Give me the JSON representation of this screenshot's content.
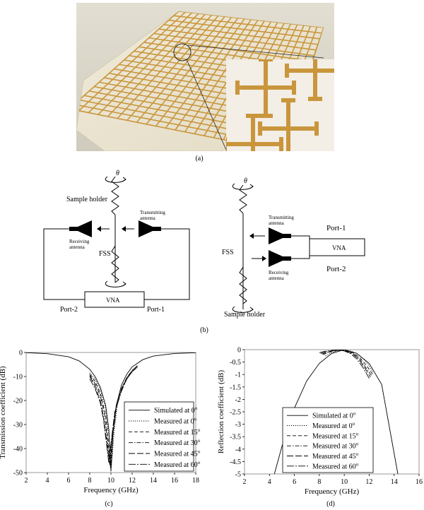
{
  "captions": {
    "a": "(a)",
    "b": "(b)",
    "c": "(c)",
    "d": "(d)"
  },
  "colors": {
    "photo_bg": "#dcd8c6",
    "copper": "#c9963c",
    "board": "#ece7d6"
  },
  "diagram_left": {
    "theta": "θ",
    "sample_holder": "Sample holder",
    "transmitting_line1": "Transmitting",
    "transmitting_line2": "antenna",
    "receiving_line1": "Receiving",
    "receiving_line2": "antenna",
    "fss": "FSS",
    "vna": "VNA",
    "port2": "Port-2",
    "port1": "Port-1"
  },
  "diagram_right": {
    "theta": "θ",
    "transmitting_line1": "Transmitting",
    "transmitting_line2": "antenna",
    "receiving_line1": "Receiving",
    "receiving_line2": "antenna",
    "fss": "FSS",
    "vna": "VNA",
    "port1": "Port-1",
    "port2": "Port-2",
    "sample_holder": "Sample holder"
  },
  "chart_data": [
    {
      "type": "line",
      "xlabel": "Frequency (GHz)",
      "ylabel": "Transmission coefficient (dB)",
      "xlim": [
        2,
        18
      ],
      "ylim": [
        -50,
        0
      ],
      "xticks": [
        "2",
        "4",
        "6",
        "8",
        "10",
        "12",
        "14",
        "16",
        "18"
      ],
      "yticks": [
        "0",
        "-10",
        "-20",
        "-30",
        "-40",
        "-50"
      ],
      "legend_position": "bottom-right",
      "series": [
        {
          "name": "Simulated at 0",
          "sup": "o",
          "style": "solid",
          "x": [
            2,
            4,
            6,
            7,
            8,
            8.5,
            9,
            9.5,
            9.8,
            10.0,
            10.2,
            10.5,
            11,
            11.5,
            12,
            13,
            14,
            16,
            18
          ],
          "y": [
            -0.1,
            -0.5,
            -1.8,
            -3.5,
            -7,
            -10,
            -14.5,
            -22,
            -32,
            -49.5,
            -33,
            -22,
            -13.5,
            -9,
            -6,
            -3,
            -1.5,
            -0.4,
            -0.1
          ]
        },
        {
          "name": "Measured at 0",
          "sup": "o",
          "style": "dotted",
          "x": [
            8.0,
            8.5,
            9,
            9.5,
            9.8,
            10.05,
            10.3,
            10.6,
            11,
            11.5,
            12,
            12.5
          ],
          "y": [
            -8.5,
            -11,
            -15.5,
            -23,
            -34,
            -47,
            -33,
            -22,
            -15,
            -10.5,
            -7.5,
            -5.5
          ]
        },
        {
          "name": "Measured at 15",
          "sup": "o",
          "style": "dashed",
          "x": [
            8.0,
            8.5,
            9,
            9.5,
            9.75,
            9.95,
            10.2,
            10.5,
            11,
            11.5,
            12,
            12.5
          ],
          "y": [
            -9,
            -12,
            -17,
            -26,
            -37,
            -48,
            -34,
            -23,
            -15,
            -10.5,
            -7.5,
            -5.5
          ]
        },
        {
          "name": "Measured at 30",
          "sup": "o",
          "style": "dashdot",
          "x": [
            8.0,
            8.5,
            9,
            9.4,
            9.7,
            9.9,
            10.15,
            10.5,
            11,
            11.5,
            12,
            12.5
          ],
          "y": [
            -9.5,
            -13,
            -18,
            -26,
            -38,
            -47,
            -35,
            -23,
            -15,
            -10.5,
            -7.5,
            -5.5
          ]
        },
        {
          "name": "Measured at 45",
          "sup": "o",
          "style": "longdash",
          "x": [
            8.0,
            8.5,
            9,
            9.3,
            9.6,
            9.85,
            10.1,
            10.4,
            11,
            11.5,
            12,
            12.5
          ],
          "y": [
            -10,
            -14,
            -20,
            -27,
            -37,
            -46,
            -35,
            -24,
            -15.5,
            -11,
            -8,
            -6
          ]
        },
        {
          "name": "Measured at 60",
          "sup": "o",
          "style": "dashdotlong",
          "x": [
            8.0,
            8.5,
            9,
            9.3,
            9.55,
            9.8,
            10.05,
            10.35,
            11,
            11.5,
            12,
            12.5
          ],
          "y": [
            -11,
            -15,
            -21,
            -28,
            -37,
            -46,
            -36,
            -25,
            -16,
            -11,
            -8,
            -6
          ]
        }
      ]
    },
    {
      "type": "line",
      "xlabel": "Frequency (GHz)",
      "ylabel": "Reflection coefficient (dB)",
      "xlim": [
        2,
        16
      ],
      "ylim": [
        -5,
        0
      ],
      "xticks": [
        "2",
        "4",
        "6",
        "8",
        "10",
        "12",
        "14",
        "16"
      ],
      "yticks": [
        "0",
        "-0.5",
        "-1",
        "-1.5",
        "-2",
        "-2.5",
        "-3",
        "-3.5",
        "-4",
        "-4.5",
        "-5"
      ],
      "legend_position": "bottom-center",
      "series": [
        {
          "name": "Simulated at 0",
          "sup": "o",
          "style": "solid",
          "x": [
            4.4,
            5,
            6,
            7,
            8,
            9,
            10,
            11,
            12,
            13,
            14.3
          ],
          "y": [
            -5,
            -3.9,
            -2.35,
            -1.25,
            -0.55,
            -0.15,
            0,
            -0.15,
            -0.55,
            -1.4,
            -5
          ]
        },
        {
          "name": "Measured at 0",
          "sup": "o",
          "style": "dotted",
          "x": [
            8.5,
            9,
            9.5,
            10,
            10.5,
            11,
            11.5,
            12,
            12.3
          ],
          "y": [
            -0.25,
            -0.12,
            -0.04,
            -0.02,
            -0.05,
            -0.15,
            -0.35,
            -0.65,
            -0.9
          ]
        },
        {
          "name": "Measured at 15",
          "sup": "o",
          "style": "dashed",
          "x": [
            8.3,
            8.8,
            9.3,
            9.8,
            10.3,
            10.8,
            11.3,
            11.8,
            12.3
          ],
          "y": [
            -0.2,
            -0.1,
            -0.04,
            -0.02,
            -0.05,
            -0.15,
            -0.35,
            -0.65,
            -1.0
          ]
        },
        {
          "name": "Measured at 30",
          "sup": "o",
          "style": "dashdot",
          "x": [
            8.2,
            8.7,
            9.2,
            9.7,
            10.2,
            10.7,
            11.2,
            11.7,
            12.2
          ],
          "y": [
            -0.18,
            -0.09,
            -0.04,
            -0.02,
            -0.05,
            -0.15,
            -0.35,
            -0.7,
            -1.05
          ]
        },
        {
          "name": "Measured at 45",
          "sup": "o",
          "style": "longdash",
          "x": [
            8.1,
            8.6,
            9.1,
            9.6,
            10.1,
            10.6,
            11.1,
            11.6,
            12.1
          ],
          "y": [
            -0.15,
            -0.08,
            -0.03,
            -0.02,
            -0.05,
            -0.15,
            -0.35,
            -0.7,
            -1.1
          ]
        },
        {
          "name": "Measured at 60",
          "sup": "o",
          "style": "dashdotlong",
          "x": [
            8.0,
            8.5,
            9.0,
            9.5,
            10.0,
            10.5,
            11.0,
            11.5,
            12.0
          ],
          "y": [
            -0.12,
            -0.06,
            -0.03,
            -0.02,
            -0.05,
            -0.16,
            -0.37,
            -0.72,
            -1.15
          ]
        }
      ]
    }
  ]
}
